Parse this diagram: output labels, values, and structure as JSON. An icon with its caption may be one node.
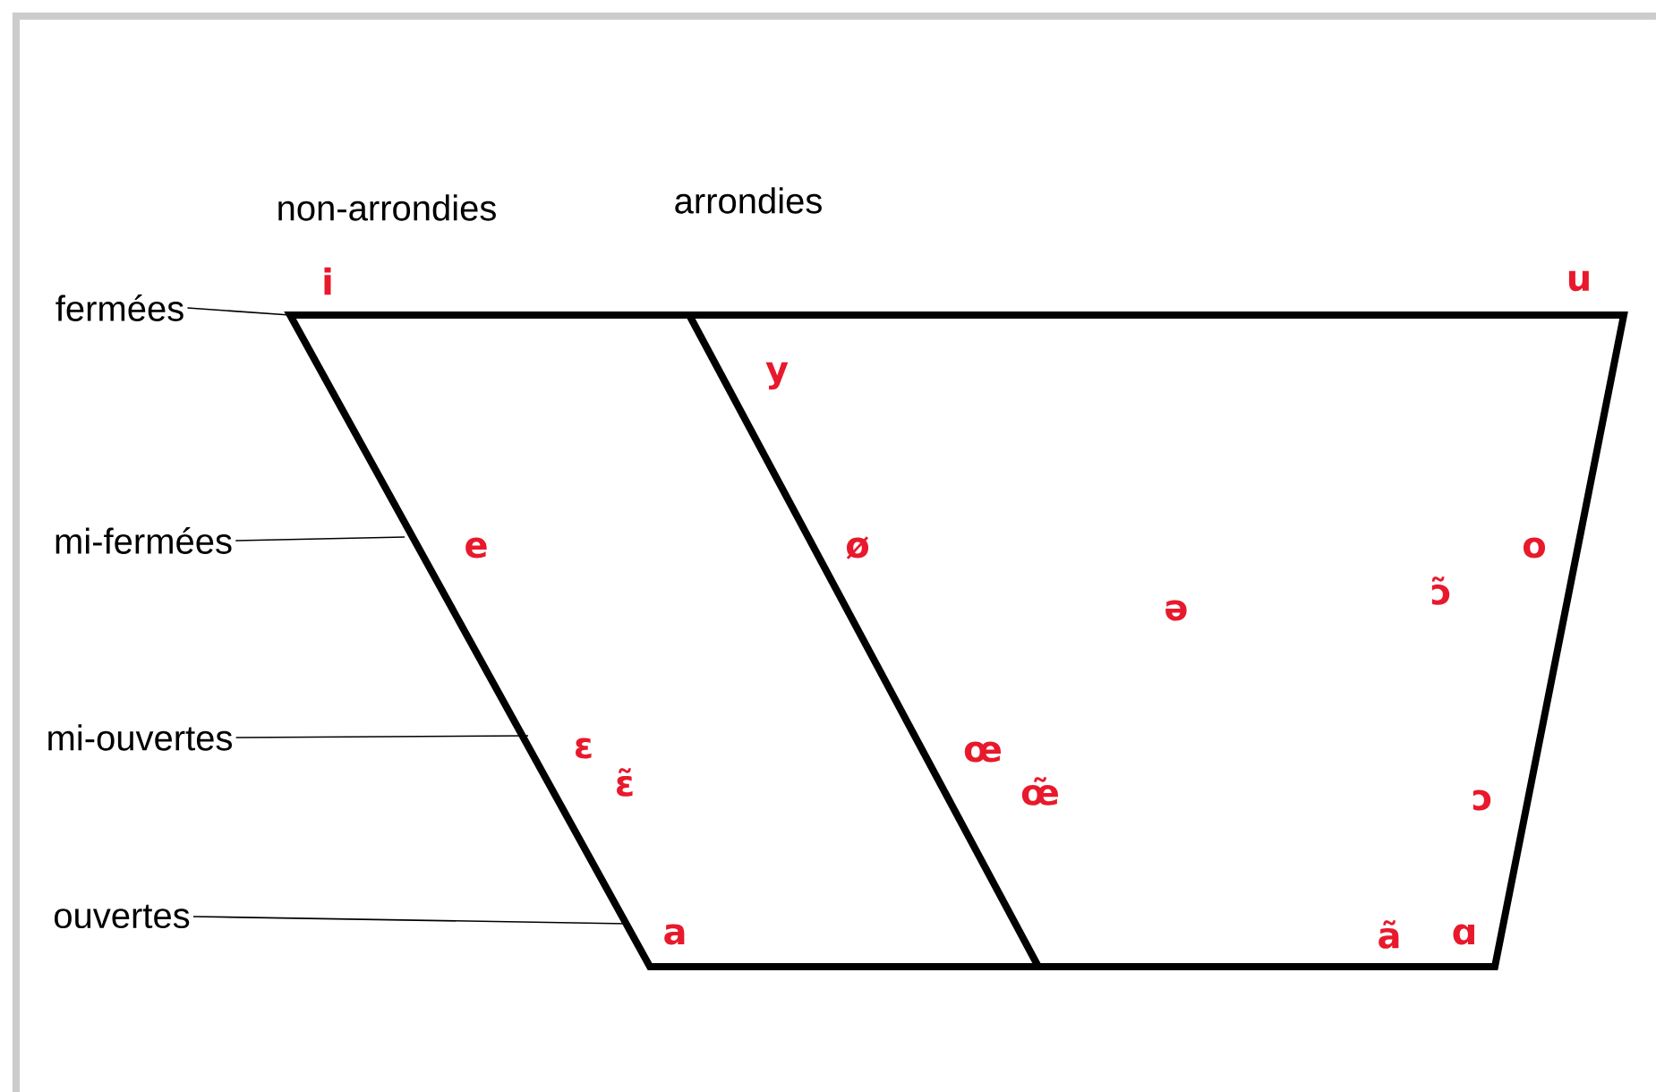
{
  "diagram": {
    "nodes": [
      {
        "text": [
          "fermées"
        ]
      },
      {
        "text": [
          "mi-fermées"
        ]
      },
      {
        "text": [
          "mi-ouvertes"
        ]
      },
      {
        "text": [
          "ouvertes"
        ]
      }
    ],
    "edges": [
      {
        "from": 0,
        "to": null,
        "arrow": "none"
      },
      {
        "from": 1,
        "to": null,
        "arrow": "none"
      },
      {
        "from": 2,
        "to": null,
        "arrow": "none"
      },
      {
        "from": 3,
        "to": null,
        "arrow": "none"
      }
    ],
    "labels": [
      "non-arrondies",
      "arrondies",
      "i",
      "u",
      "y",
      "e",
      "ø",
      "o",
      "ɔ̃",
      "ə",
      "ɛ",
      "œ",
      "ɛ̃",
      "œ̃",
      "ɔ",
      "a",
      "ã",
      "ɑ"
    ]
  }
}
